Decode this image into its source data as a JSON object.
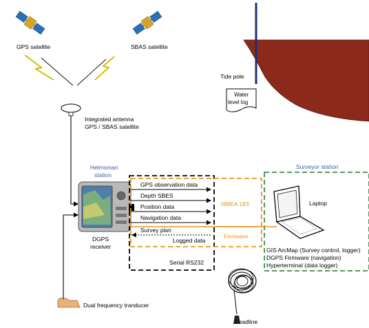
{
  "satellites": {
    "gps": "GPS satellite",
    "sbas": "SBAS satellite"
  },
  "antenna": {
    "line1": "Integrated antenna",
    "line2": "GPS / SBAS satellite"
  },
  "tide": {
    "pole": "Tide pole",
    "log_line1": "Water",
    "log_line2": "level log"
  },
  "helmsman": {
    "line1": "Helmsman",
    "line2": "station",
    "receiver_line1": "DGPS",
    "receiver_line2": "receiver"
  },
  "flows": {
    "gps_obs": "GPS observation data",
    "depth": "Depth SBES",
    "position": "Position data",
    "navigation": "Navigation data",
    "survey_plan": "Survey plan",
    "logged": "Logged data"
  },
  "boxes": {
    "nmea": "NMEA 183",
    "firmware": "Firmware",
    "serial": "Serial RS232"
  },
  "surveyor": {
    "title": "Surveyor station",
    "laptop": "Laptop",
    "sw1": "GIS ArcMap (Survey control, logger)",
    "sw2": "DGPS Firmware (navigation)",
    "sw3": "Hyperterminal (data logger)"
  },
  "transducer": "Dual frequency tranducer",
  "leadline": "Leadline",
  "colors": {
    "blue_label": "#3a5fa8",
    "orange_box": "#e8961e",
    "green_box": "#3a8a4a",
    "riverbank": "#8b2a1a",
    "lightning": "#f2e01a"
  }
}
